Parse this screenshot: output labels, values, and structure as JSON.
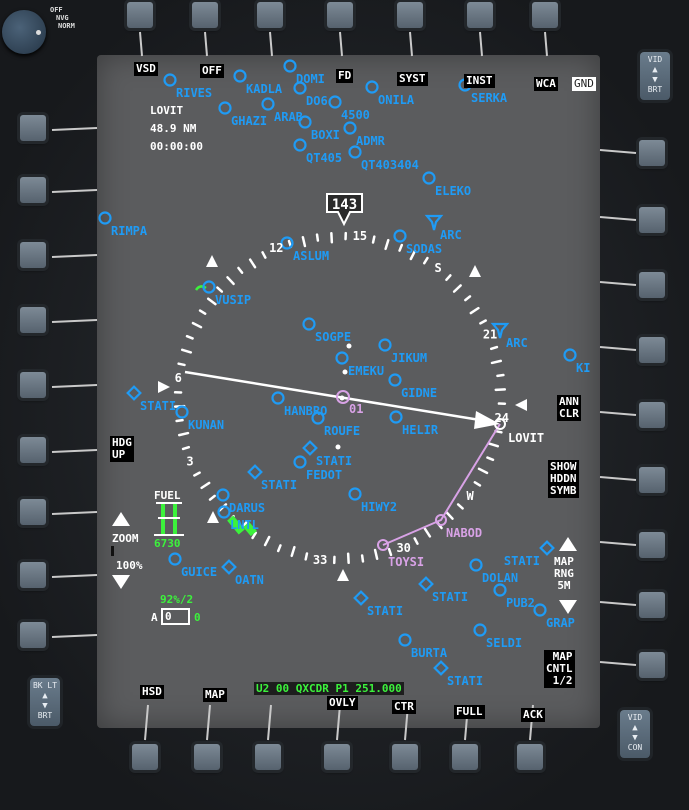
{
  "colors": {
    "screen": "#5b5c5e",
    "waypoint": "#1f9bf5",
    "route": "#d8a2e6",
    "symbology": "#ffffff",
    "status_green": "#3cf23c"
  },
  "bezel": {
    "knob_labels": [
      "OFF",
      "NVG",
      "NORM"
    ],
    "bk_lt_rocker": {
      "top": "BK LT",
      "bottom": "BRT"
    },
    "vid_brt_rocker": {
      "top": "VID",
      "bottom": "BRT"
    },
    "vid_con_rocker": {
      "top": "VID",
      "bottom": "CON"
    }
  },
  "top_osb": [
    "VSD",
    "OFF",
    "FD",
    "SYST",
    "INST",
    "WCA"
  ],
  "gnd_badge": "GND",
  "bottom_osb": [
    "HSD",
    "MAP",
    "OVLY",
    "CTR",
    "FULL",
    "ACK"
  ],
  "right_osb": {
    "ann_clr": [
      "ANN",
      "CLR"
    ],
    "show_hddn_symb": [
      "SHOW",
      "HDDN",
      "SYMB"
    ],
    "map_rng": [
      "MAP",
      "RNG",
      "5M"
    ],
    "map_cntl": [
      "MAP",
      "CNTL",
      "1/2"
    ]
  },
  "left_osb": {
    "hdg_up": [
      "HDG",
      "UP"
    ],
    "zoom_label": "ZOOM",
    "zoom_value": "100%"
  },
  "steerpoint": {
    "name": "LOVIT",
    "distance": "48.9 NM",
    "time": "00:00:00"
  },
  "fuel": {
    "label": "FUEL",
    "value": "6730"
  },
  "weapon": {
    "pct": "92%/2",
    "prefix": "A",
    "box_value": "0",
    "suffix": "0"
  },
  "comm_status": "U2 00 QXCDR  P1 251.000",
  "heading": {
    "value": "143",
    "numeric": 143
  },
  "compass_labels": [
    {
      "t": "3",
      "hdg": 30
    },
    {
      "t": "6",
      "hdg": 60
    },
    {
      "t": "12",
      "hdg": 120
    },
    {
      "t": "15",
      "hdg": 150
    },
    {
      "t": "S",
      "hdg": 180
    },
    {
      "t": "21",
      "hdg": 210
    },
    {
      "t": "24",
      "hdg": 240
    },
    {
      "t": "W",
      "hdg": 270
    },
    {
      "t": "30",
      "hdg": 300
    },
    {
      "t": "33",
      "hdg": 330
    }
  ],
  "route": {
    "points": [
      "LOVIT",
      "NABOD",
      "TOYSI"
    ],
    "marker_label": "01"
  },
  "waypoints": [
    {
      "name": "KADLA",
      "type": "circle"
    },
    {
      "name": "GHAZI",
      "type": "circle"
    },
    {
      "name": "ARAB",
      "type": "circle"
    },
    {
      "name": "DOMI",
      "type": "circle"
    },
    {
      "name": "DO6",
      "type": "circle"
    },
    {
      "name": "4500",
      "type": "circle"
    },
    {
      "name": "BOXI",
      "type": "circle"
    },
    {
      "name": "ADMR",
      "type": "circle"
    },
    {
      "name": "QT405",
      "type": "circle"
    },
    {
      "name": "QT403404",
      "type": "circle"
    },
    {
      "name": "ONILA",
      "type": "circle"
    },
    {
      "name": "SERKA",
      "type": "circle"
    },
    {
      "name": "RIVES",
      "type": "circle"
    },
    {
      "name": "RIMPA",
      "type": "circle"
    },
    {
      "name": "ELEKO",
      "type": "circle"
    },
    {
      "name": "ARC",
      "type": "arc"
    },
    {
      "name": "SODAS",
      "type": "circle"
    },
    {
      "name": "ASLUM",
      "type": "circle"
    },
    {
      "name": "VUSIP",
      "type": "circle"
    },
    {
      "name": "ARC",
      "type": "arc"
    },
    {
      "name": "KI",
      "type": "circle"
    },
    {
      "name": "SOGPE",
      "type": "circle"
    },
    {
      "name": "JIKUM",
      "type": "circle"
    },
    {
      "name": "EMEKU",
      "type": "circle"
    },
    {
      "name": "GIDNE",
      "type": "circle"
    },
    {
      "name": "STATI",
      "type": "diamond"
    },
    {
      "name": "KUNAN",
      "type": "circle"
    },
    {
      "name": "HANBRO",
      "type": "circle"
    },
    {
      "name": "ROUFE",
      "type": "circle"
    },
    {
      "name": "HELIR",
      "type": "circle"
    },
    {
      "name": "STATI",
      "type": "diamond"
    },
    {
      "name": "FEDOT",
      "type": "circle"
    },
    {
      "name": "STATI",
      "type": "diamond"
    },
    {
      "name": "HIWY2",
      "type": "circle"
    },
    {
      "name": "DARUS",
      "type": "circle"
    },
    {
      "name": "LNTL",
      "type": "circle"
    },
    {
      "name": "GUICE",
      "type": "circle"
    },
    {
      "name": "OATN",
      "type": "diamond"
    },
    {
      "name": "STATI",
      "type": "diamond"
    },
    {
      "name": "STATI",
      "type": "diamond"
    },
    {
      "name": "DOLAN",
      "type": "circle"
    },
    {
      "name": "PUB2",
      "type": "circle"
    },
    {
      "name": "STATI",
      "type": "diamond"
    },
    {
      "name": "BURTA",
      "type": "circle"
    },
    {
      "name": "SELDI",
      "type": "circle"
    },
    {
      "name": "STATI",
      "type": "diamond"
    },
    {
      "name": "GRAP",
      "type": "circle"
    }
  ]
}
